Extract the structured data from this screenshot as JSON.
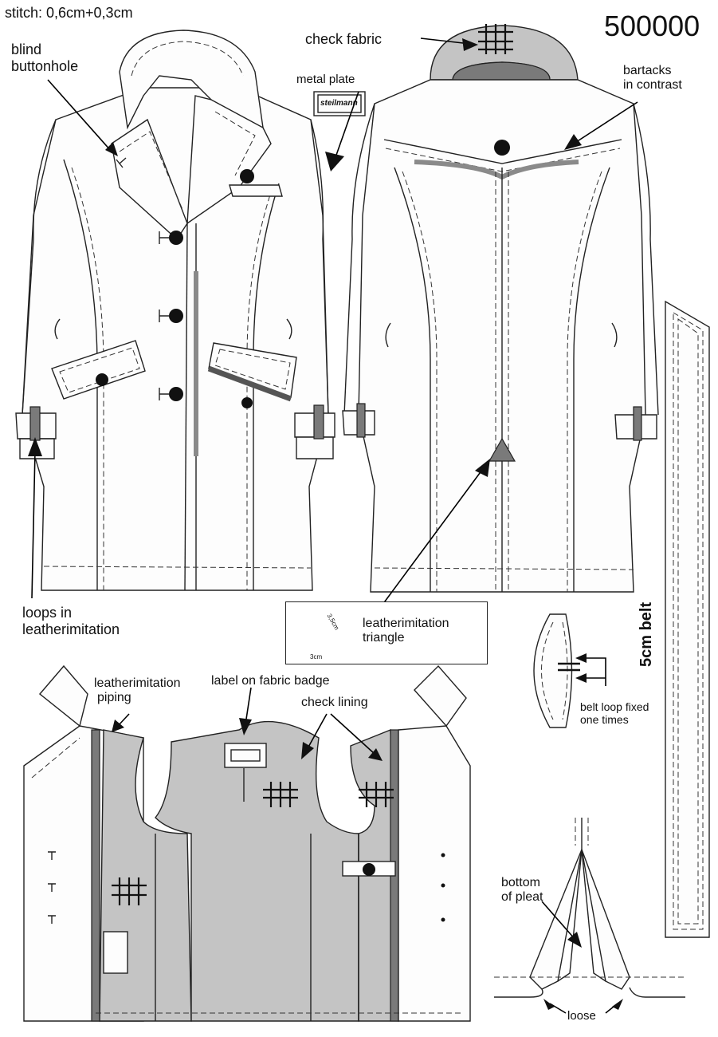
{
  "sheet": {
    "stitch": "stitch: 0,6cm+0,3cm",
    "code": "500000"
  },
  "labels": {
    "blind_buttonhole": [
      "blind",
      "buttonhole"
    ],
    "metal_plate": "metal plate",
    "metal_plate_logo": "steilmann",
    "check_fabric": "check fabric",
    "bartacks": [
      "bartacks",
      "in contrast"
    ],
    "loops": [
      "loops in",
      "leatherimitation"
    ],
    "triangle": [
      "leatherimitation",
      "triangle"
    ],
    "triangle_dim_side": "3,5cm",
    "triangle_dim_base": "3cm",
    "belt": "5cm belt",
    "belt_loop": [
      "belt loop fixed",
      "one times"
    ],
    "piping": [
      "leatherimitation",
      "piping"
    ],
    "fabric_badge": "label on fabric badge",
    "check_lining": "check lining",
    "pleat": [
      "bottom",
      "of pleat"
    ],
    "loose": "loose"
  },
  "colors": {
    "line": "#222222",
    "lining_grey": "#c4c4c4",
    "leather_grey": "#7a7a7a",
    "button": "#111111"
  }
}
